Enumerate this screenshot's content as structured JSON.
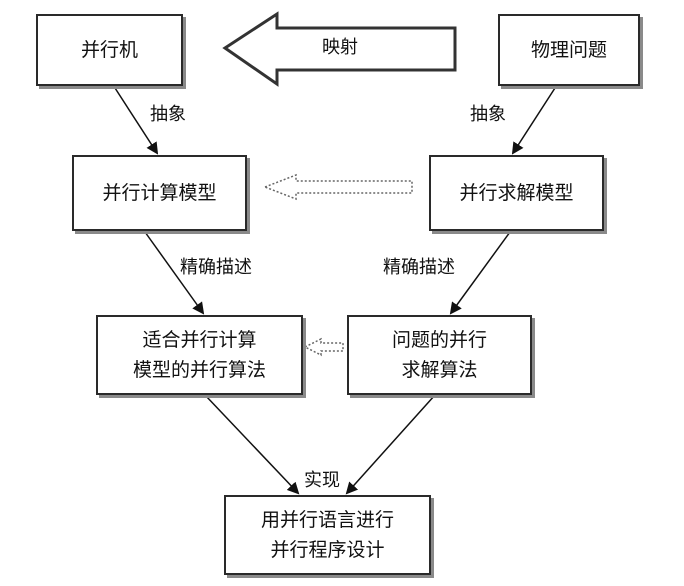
{
  "nodes": {
    "parallel_machine": "并行机",
    "physical_problem": "物理问题",
    "parallel_computing_model": "并行计算模型",
    "parallel_solving_model": "并行求解模型",
    "algorithm_for_model": [
      "适合并行计算",
      "模型的并行算法"
    ],
    "problem_parallel_algorithm": [
      "问题的并行",
      "求解算法"
    ],
    "program_design": [
      "用并行语言进行",
      "并行程序设计"
    ]
  },
  "edge_labels": {
    "mapping": "映射",
    "abstract_left": "抽象",
    "abstract_right": "抽象",
    "precise_left": "精确描述",
    "precise_right": "精确描述",
    "implement": "实现"
  }
}
